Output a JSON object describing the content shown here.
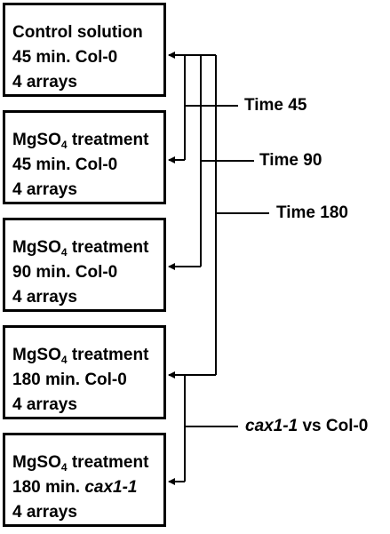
{
  "boxes": [
    {
      "line1_main": "Control solution",
      "line1_sub": "",
      "line1_suffix": "",
      "line2_a": "45 min. Col-0",
      "line2_b": "",
      "line3": "4 arrays"
    },
    {
      "line1_main": "MgSO",
      "line1_sub": "4",
      "line1_suffix": " treatment",
      "line2_a": "45 min. Col-0",
      "line2_b": "",
      "line3": "4 arrays"
    },
    {
      "line1_main": "MgSO",
      "line1_sub": "4",
      "line1_suffix": " treatment",
      "line2_a": "90 min. Col-0",
      "line2_b": "",
      "line3": "4 arrays"
    },
    {
      "line1_main": "MgSO",
      "line1_sub": "4",
      "line1_suffix": " treatment",
      "line2_a": "180 min. Col-0",
      "line2_b": "",
      "line3": "4 arrays"
    },
    {
      "line1_main": "MgSO",
      "line1_sub": "4",
      "line1_suffix": " treatment",
      "line2_a": "180 min. ",
      "line2_b": "cax1-1",
      "line3": "4 arrays"
    }
  ],
  "comparisons": [
    {
      "label": "Time 45"
    },
    {
      "label": "Time 90"
    },
    {
      "label": "Time 180"
    },
    {
      "label_italic": "cax1-1",
      "label_rest": " vs Col-0"
    }
  ],
  "colors": {
    "stroke": "#000000",
    "background": "#ffffff"
  }
}
